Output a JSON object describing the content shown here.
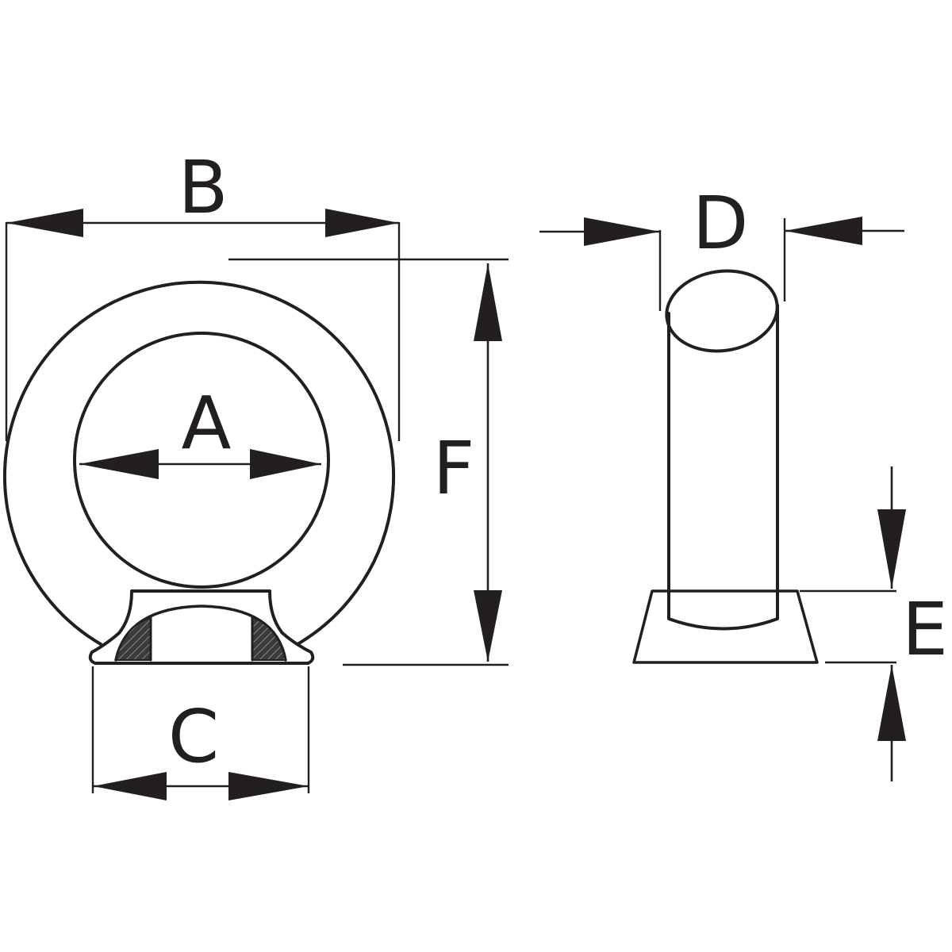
{
  "diagram": {
    "labels": {
      "a": "A",
      "b": "B",
      "c": "C",
      "d": "D",
      "e": "E",
      "f": "F"
    },
    "colors": {
      "line": "#231f20",
      "fill": "#d4d4d4",
      "hatch": "#3a3a3a",
      "background": "#ffffff"
    }
  }
}
